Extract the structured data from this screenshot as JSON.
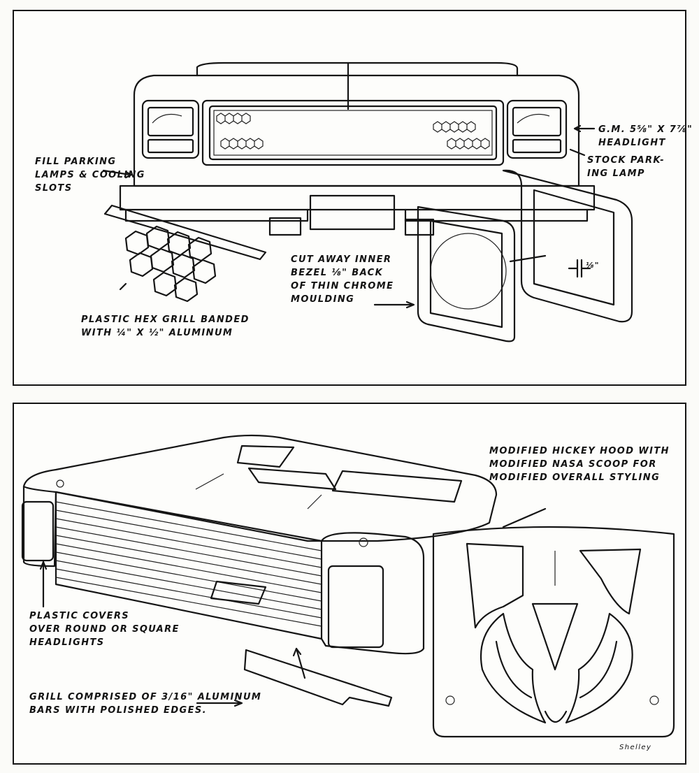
{
  "top_panel": {
    "labels": {
      "fill_parking": [
        "FILL PARKING",
        "LAMPS & COOLING",
        "SLOTS"
      ],
      "headlight": [
        "G.M. 5⅝\" x 7⅞\"",
        "HEADLIGHT"
      ],
      "parking_lamp": [
        "STOCK PARK-",
        "ING LAMP"
      ],
      "cut_away": [
        "CUT AWAY INNER",
        "BEZEL ⅛\" BACK",
        "OF THIN CHROME",
        "MOULDING"
      ],
      "hex_grill": [
        "PLASTIC HEX GRILL BANDED",
        "WITH ¼\" x ½\" ALUMINUM"
      ],
      "dimension": "⅛\""
    }
  },
  "bottom_panel": {
    "labels": {
      "hood": [
        "MODIFIED HICKEY HOOD WITH",
        "MODIFIED NASA SCOOP FOR",
        "MODIFIED OVERALL STYLING"
      ],
      "covers": [
        "PLASTIC COVERS",
        "OVER ROUND OR SQUARE",
        "HEADLIGHTS"
      ],
      "grill_bars": [
        "GRILL COMPRISED OF 3/16\" ALUMINUM",
        "BARS WITH POLISHED EDGES."
      ],
      "signature": "Shelley"
    }
  }
}
